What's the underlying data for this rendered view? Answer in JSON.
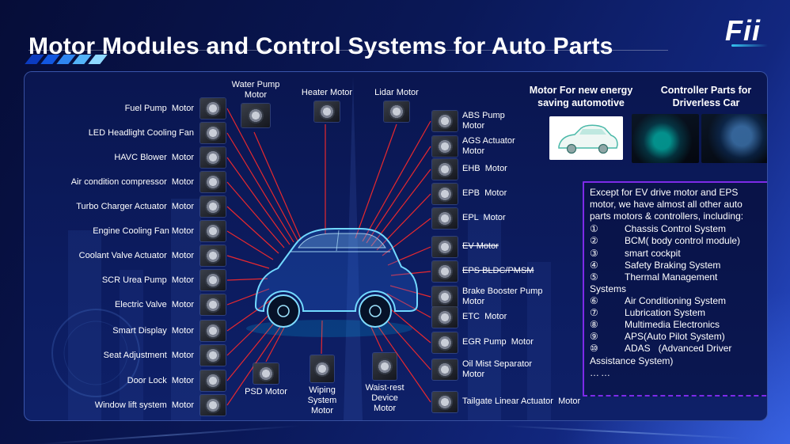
{
  "header": {
    "title": "Motor Modules and Control Systems for Auto Parts",
    "logo": "Fii"
  },
  "left_items": [
    {
      "label": "Fuel Pump  Motor"
    },
    {
      "label": "LED Headlight Cooling Fan"
    },
    {
      "label": "HAVC Blower  Motor"
    },
    {
      "label": "Air condition compressor  Motor"
    },
    {
      "label": "Turbo Charger Actuator  Motor"
    },
    {
      "label": "Engine Cooling Fan Motor"
    },
    {
      "label": "Coolant Valve Actuator  Motor"
    },
    {
      "label": "SCR Urea Pump  Motor"
    },
    {
      "label": "Electric Valve  Motor"
    },
    {
      "label": "Smart Display  Motor"
    },
    {
      "label": "Seat Adjustment  Motor"
    },
    {
      "label": "Door Lock  Motor"
    },
    {
      "label": "Window lift system  Motor"
    }
  ],
  "top_items": [
    {
      "label": "Water Pump\nMotor"
    },
    {
      "label": "Heater  Motor"
    },
    {
      "label": "Lidar Motor"
    }
  ],
  "right_items": [
    {
      "label": "ABS Pump\nMotor"
    },
    {
      "label": "AGS Actuator\nMotor"
    },
    {
      "label": "EHB  Motor"
    },
    {
      "label": "EPB  Motor"
    },
    {
      "label": "EPL  Motor"
    },
    {
      "label": "EV Motor",
      "struck": true
    },
    {
      "label": "EPS BLDC/PMSM",
      "struck": true
    },
    {
      "label": "Brake Booster Pump\nMotor"
    },
    {
      "label": "ETC  Motor"
    },
    {
      "label": "EGR Pump  Motor"
    },
    {
      "label": "Oil Mist Separator\nMotor"
    },
    {
      "label": "Tailgate Linear Actuator  Motor"
    }
  ],
  "bottom_items": [
    {
      "label": "PSD  Motor"
    },
    {
      "label": "Wiping System\nMotor"
    },
    {
      "label": "Waist-rest Device\nMotor"
    }
  ],
  "right_panel": {
    "new_energy_title": "Motor For new energy\nsaving automotive",
    "driverless_title": "Controller Parts for\nDriverless Car"
  },
  "info_box": {
    "intro": "Except for EV drive motor and EPS\nmotor, we have almost all other auto\nparts motors & controllers, including:",
    "items": [
      {
        "num": "①",
        "text": "Chassis Control System"
      },
      {
        "num": "②",
        "text": "BCM( body control module)"
      },
      {
        "num": "③",
        "text": "smart cockpit"
      },
      {
        "num": "④",
        "text": "Safety Braking System"
      },
      {
        "num": "⑤",
        "text": "Thermal Management\nSystems"
      },
      {
        "num": "⑥",
        "text": "Air Conditioning System"
      },
      {
        "num": "⑦",
        "text": "Lubrication System"
      },
      {
        "num": "⑧",
        "text": "Multimedia Electronics"
      },
      {
        "num": "⑨",
        "text": "APS(Auto Pilot System)"
      },
      {
        "num": "⑩",
        "text": "ADAS   (Advanced Driver\nAssistance System)"
      }
    ],
    "ellipsis": "……"
  },
  "colors": {
    "background_navy": "#0a1857",
    "connector_red": "#ff2a2a",
    "car_glow_cyan": "#72d9ff",
    "info_border_purple": "#7d2ae8",
    "title_white": "#ffffff"
  }
}
